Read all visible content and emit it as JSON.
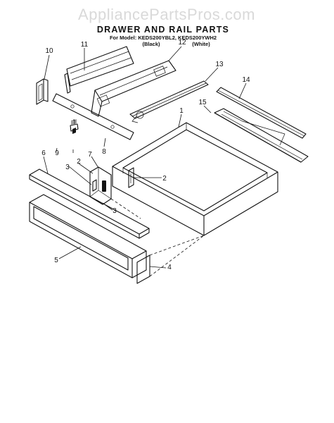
{
  "watermark": "AppliancePartsPros.com",
  "title": "DRAWER AND RAIL PARTS",
  "subtitle": "For Model: KEDS200YBL2, KEDS200YWH2",
  "colors_note": {
    "black": "(Black)",
    "white": "(White)"
  },
  "callouts": {
    "c1": "1",
    "c2a": "2",
    "c2b": "2",
    "c3a": "3",
    "c3b": "3",
    "c4": "4",
    "c5": "5",
    "c6": "6",
    "c7": "7",
    "c8": "8",
    "c9": "9",
    "c10": "10",
    "c11": "11",
    "c12": "12",
    "c13": "13",
    "c14": "14",
    "c15": "15"
  }
}
